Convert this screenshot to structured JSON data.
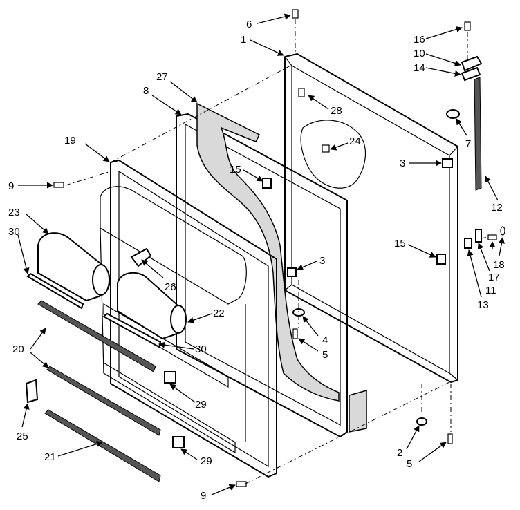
{
  "callouts": [
    {
      "id": "c1",
      "text": "1"
    },
    {
      "id": "c6",
      "text": "6"
    },
    {
      "id": "c27",
      "text": "27"
    },
    {
      "id": "c8",
      "text": "8"
    },
    {
      "id": "c28",
      "text": "28"
    },
    {
      "id": "c16",
      "text": "16"
    },
    {
      "id": "c10",
      "text": "10"
    },
    {
      "id": "c14",
      "text": "14"
    },
    {
      "id": "c7",
      "text": "7"
    },
    {
      "id": "c24",
      "text": "24"
    },
    {
      "id": "c3a",
      "text": "3"
    },
    {
      "id": "c19",
      "text": "19"
    },
    {
      "id": "c15a",
      "text": "15"
    },
    {
      "id": "c9a",
      "text": "9"
    },
    {
      "id": "c23",
      "text": "23"
    },
    {
      "id": "c30a",
      "text": "30"
    },
    {
      "id": "c12",
      "text": "12"
    },
    {
      "id": "c15b",
      "text": "15"
    },
    {
      "id": "c3b",
      "text": "3"
    },
    {
      "id": "c26",
      "text": "26"
    },
    {
      "id": "c18",
      "text": "18"
    },
    {
      "id": "c17",
      "text": "17"
    },
    {
      "id": "c11",
      "text": "11"
    },
    {
      "id": "c13",
      "text": "13"
    },
    {
      "id": "c22",
      "text": "22"
    },
    {
      "id": "c4",
      "text": "4"
    },
    {
      "id": "c5a",
      "text": "5"
    },
    {
      "id": "c30b",
      "text": "30"
    },
    {
      "id": "c20",
      "text": "20"
    },
    {
      "id": "c29a",
      "text": "29"
    },
    {
      "id": "c25",
      "text": "25"
    },
    {
      "id": "c21",
      "text": "21"
    },
    {
      "id": "c29b",
      "text": "29"
    },
    {
      "id": "c2",
      "text": "2"
    },
    {
      "id": "c5b",
      "text": "5"
    },
    {
      "id": "c9b",
      "text": "9"
    }
  ]
}
